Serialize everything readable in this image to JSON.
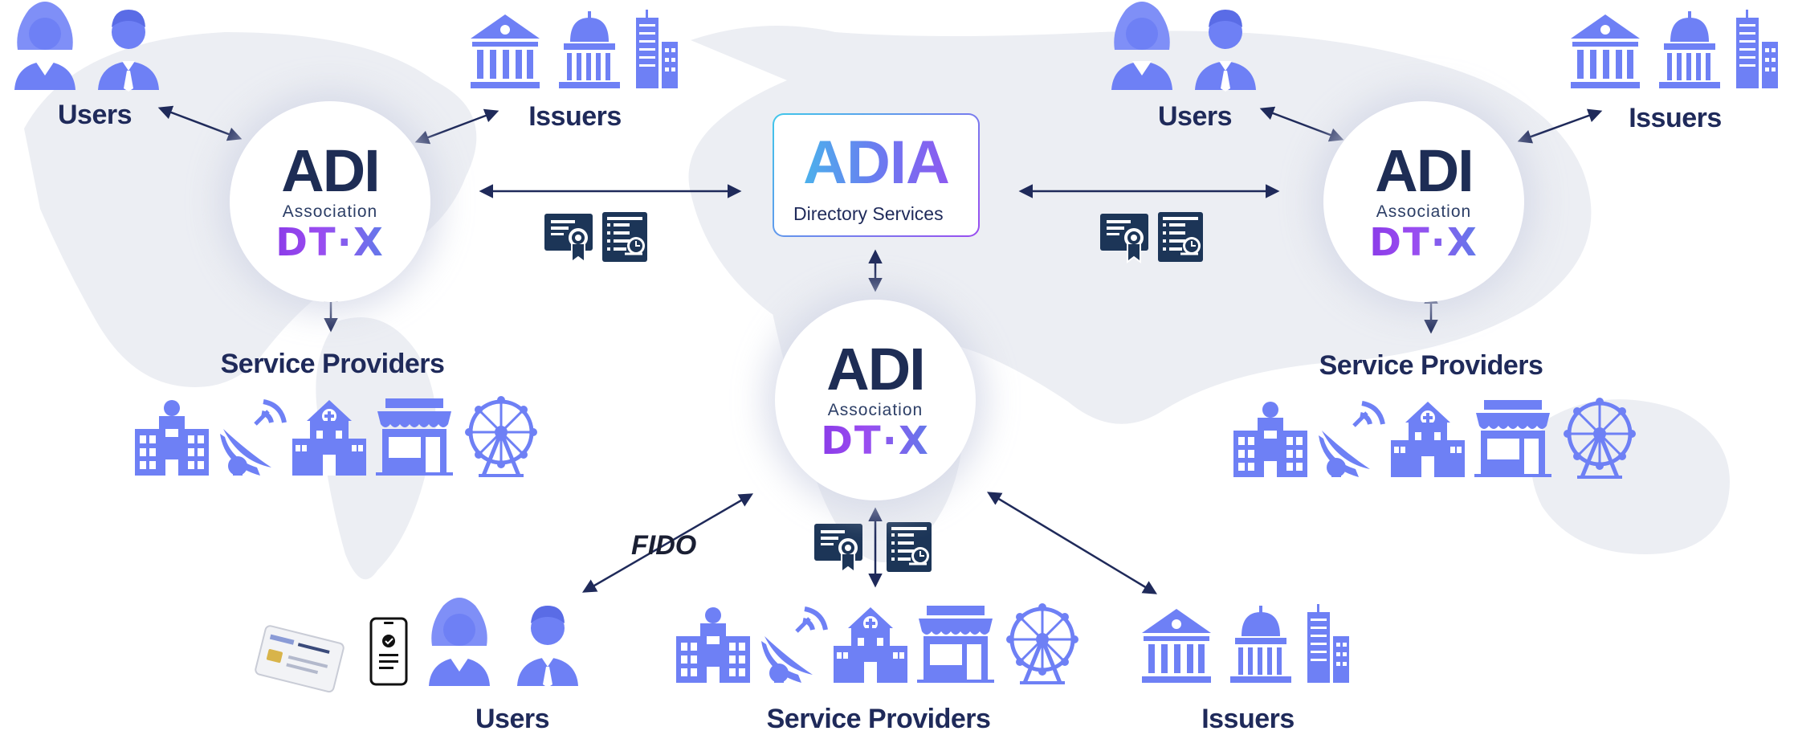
{
  "labels": {
    "users": "Users",
    "issuers": "Issuers",
    "service_providers": "Service Providers",
    "fido": "FIDO"
  },
  "adia": {
    "title": "ADIA",
    "subtitle": "Directory Services"
  },
  "hub": {
    "adi": "ADI",
    "association": "Association",
    "dtx": "DT·X"
  },
  "colors": {
    "icon": "#6e80f5",
    "navy": "#1f2a5a",
    "dark_icon": "#1c3557"
  }
}
